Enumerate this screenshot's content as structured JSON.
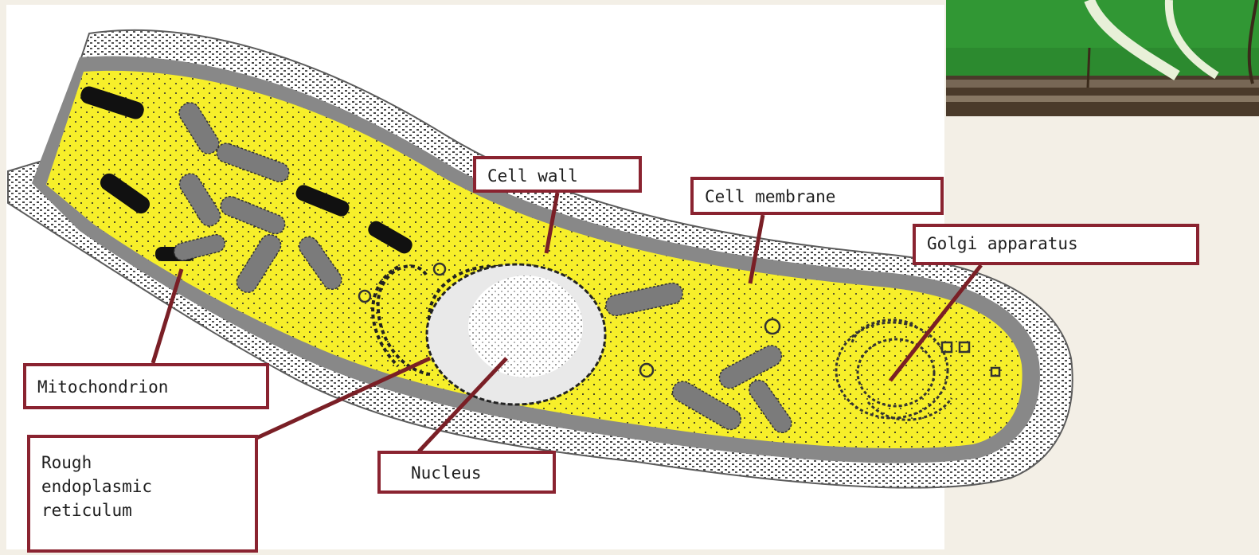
{
  "labels": {
    "cell_wall": "Cell wall",
    "cell_membrane": "Cell membrane",
    "golgi_apparatus": "Golgi apparatus",
    "mitochondrion": "Mitochondrion",
    "rough_er": "Rough\nendoplasmic\nreticulum",
    "nucleus": "Nucleus"
  },
  "colors": {
    "cytoplasm": "#f7ef2a",
    "wall": "#888888",
    "label_border": "#8a2330",
    "leader_line": "#7a1f26",
    "organelle_gray": "#7b7b7b",
    "organelle_black": "#111111",
    "background": "#f3efe6"
  }
}
